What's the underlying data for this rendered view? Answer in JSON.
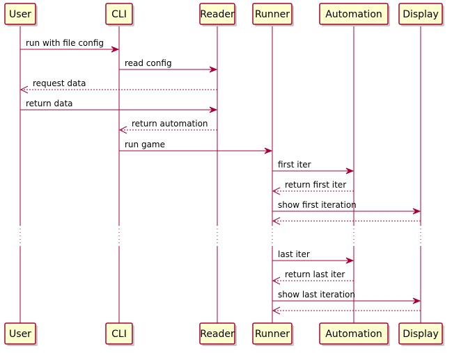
{
  "colors": {
    "box_fill": "#FEFECE",
    "border": "#A80036",
    "text": "#000000",
    "background": "#FFFFFF"
  },
  "participants": [
    {
      "id": "user",
      "label": "User"
    },
    {
      "id": "cli",
      "label": "CLI"
    },
    {
      "id": "reader",
      "label": "Reader"
    },
    {
      "id": "runner",
      "label": "Runner"
    },
    {
      "id": "automation",
      "label": "Automation"
    },
    {
      "id": "display",
      "label": "Display"
    }
  ],
  "messages": [
    {
      "from": "user",
      "to": "cli",
      "label": "run with file config",
      "style": "solid"
    },
    {
      "from": "cli",
      "to": "reader",
      "label": "read config",
      "style": "solid"
    },
    {
      "from": "reader",
      "to": "user",
      "label": "request data",
      "style": "dashed"
    },
    {
      "from": "user",
      "to": "reader",
      "label": "return data",
      "style": "solid"
    },
    {
      "from": "reader",
      "to": "cli",
      "label": "return automation",
      "style": "dashed"
    },
    {
      "from": "cli",
      "to": "runner",
      "label": "run game",
      "style": "solid"
    },
    {
      "from": "runner",
      "to": "automation",
      "label": "first iter",
      "style": "solid"
    },
    {
      "from": "automation",
      "to": "runner",
      "label": "return first iter",
      "style": "dashed"
    },
    {
      "from": "runner",
      "to": "display",
      "label": "show first iteration",
      "style": "solid"
    },
    {
      "from": "display",
      "to": "runner",
      "label": "",
      "style": "dashed"
    },
    {
      "type": "delay"
    },
    {
      "from": "runner",
      "to": "automation",
      "label": "last iter",
      "style": "solid"
    },
    {
      "from": "automation",
      "to": "runner",
      "label": "return last iter",
      "style": "dashed"
    },
    {
      "from": "runner",
      "to": "display",
      "label": "show last iteration",
      "style": "solid"
    },
    {
      "from": "display",
      "to": "runner",
      "label": "",
      "style": "dashed"
    }
  ]
}
